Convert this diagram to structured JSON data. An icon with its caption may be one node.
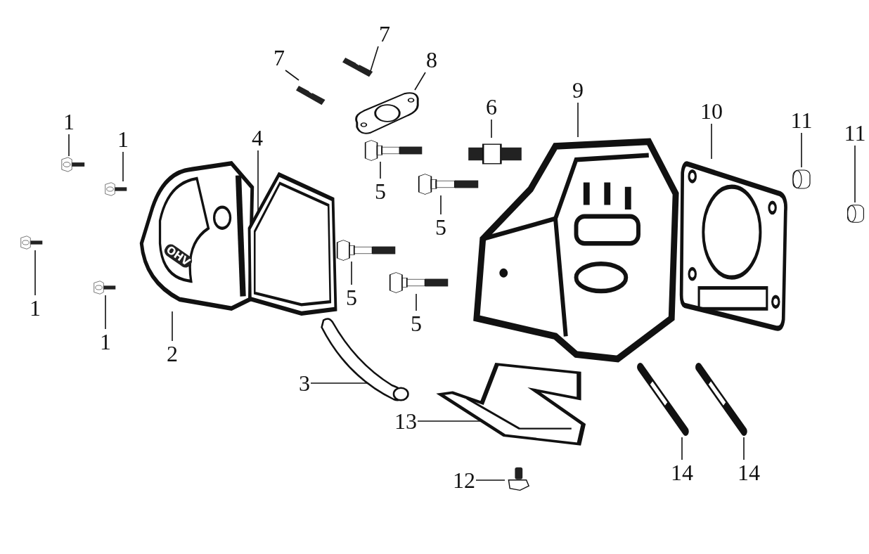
{
  "diagram": {
    "nodes": [
      {
        "text": [
          "1"
        ]
      },
      {
        "text": [],
        "shape": "picture"
      },
      {
        "text": [
          "1"
        ]
      },
      {
        "text": [],
        "shape": "picture"
      },
      {
        "text": [
          "1"
        ]
      },
      {
        "text": [],
        "shape": "picture"
      },
      {
        "text": [
          "1"
        ]
      },
      {
        "text": [],
        "shape": "picture"
      },
      {
        "text": [
          "2"
        ]
      },
      {
        "text": [],
        "shape": "picture"
      },
      {
        "text": [
          "3"
        ]
      },
      {
        "text": [],
        "shape": "picture"
      },
      {
        "text": [
          "4"
        ]
      },
      {
        "text": [],
        "shape": "picture"
      },
      {
        "text": [
          "5"
        ]
      },
      {
        "text": [],
        "shape": "picture"
      },
      {
        "text": [
          "5"
        ]
      },
      {
        "text": [],
        "shape": "picture"
      },
      {
        "text": [
          "5"
        ]
      },
      {
        "text": [],
        "shape": "picture"
      },
      {
        "text": [
          "5"
        ]
      },
      {
        "text": [],
        "shape": "picture"
      },
      {
        "text": [
          "6"
        ]
      },
      {
        "text": [],
        "shape": "picture"
      },
      {
        "text": [
          "7"
        ]
      },
      {
        "text": [],
        "shape": "picture"
      },
      {
        "text": [
          "7"
        ]
      },
      {
        "text": [],
        "shape": "picture"
      },
      {
        "text": [
          "8"
        ]
      },
      {
        "text": [],
        "shape": "picture"
      },
      {
        "text": [
          "9"
        ]
      },
      {
        "text": [],
        "shape": "picture"
      },
      {
        "text": [
          "10"
        ]
      },
      {
        "text": [],
        "shape": "picture"
      },
      {
        "text": [
          "11"
        ]
      },
      {
        "text": [],
        "shape": "picture"
      },
      {
        "text": [
          "11"
        ]
      },
      {
        "text": [],
        "shape": "picture"
      },
      {
        "text": [
          "12"
        ]
      },
      {
        "text": [],
        "shape": "picture"
      },
      {
        "text": [
          "13"
        ]
      },
      {
        "text": [],
        "shape": "picture"
      },
      {
        "text": [
          "14"
        ]
      },
      {
        "text": [],
        "shape": "picture"
      },
      {
        "text": [
          "14"
        ]
      },
      {
        "text": [],
        "shape": "picture"
      }
    ],
    "edges": [
      {
        "from": 0,
        "to": 1,
        "arrow": "none"
      },
      {
        "from": 2,
        "to": 3,
        "arrow": "none"
      },
      {
        "from": 4,
        "to": 5,
        "arrow": "none"
      },
      {
        "from": 6,
        "to": 7,
        "arrow": "none"
      },
      {
        "from": 8,
        "to": 9,
        "arrow": "none"
      },
      {
        "from": 10,
        "to": 11,
        "arrow": "none"
      },
      {
        "from": 12,
        "to": 13,
        "arrow": "none"
      },
      {
        "from": 14,
        "to": 15,
        "arrow": "none"
      },
      {
        "from": 16,
        "to": 17,
        "arrow": "none"
      },
      {
        "from": 18,
        "to": 19,
        "arrow": "none"
      },
      {
        "from": 20,
        "to": 21,
        "arrow": "none"
      },
      {
        "from": 22,
        "to": 23,
        "arrow": "none"
      },
      {
        "from": 24,
        "to": 25,
        "arrow": "none"
      },
      {
        "from": 26,
        "to": 27,
        "arrow": "none"
      },
      {
        "from": 28,
        "to": 29,
        "arrow": "none"
      },
      {
        "from": 30,
        "to": 31,
        "arrow": "none"
      },
      {
        "from": 32,
        "to": 33,
        "arrow": "none"
      },
      {
        "from": 34,
        "to": 35,
        "arrow": "none"
      },
      {
        "from": 36,
        "to": 37,
        "arrow": "none"
      },
      {
        "from": 38,
        "to": 39,
        "arrow": "none"
      },
      {
        "from": 40,
        "to": 41,
        "arrow": "none"
      },
      {
        "from": 42,
        "to": 43,
        "arrow": "none"
      },
      {
        "from": 44,
        "to": 45,
        "arrow": "none"
      }
    ],
    "labels": [
      "OHV"
    ]
  }
}
